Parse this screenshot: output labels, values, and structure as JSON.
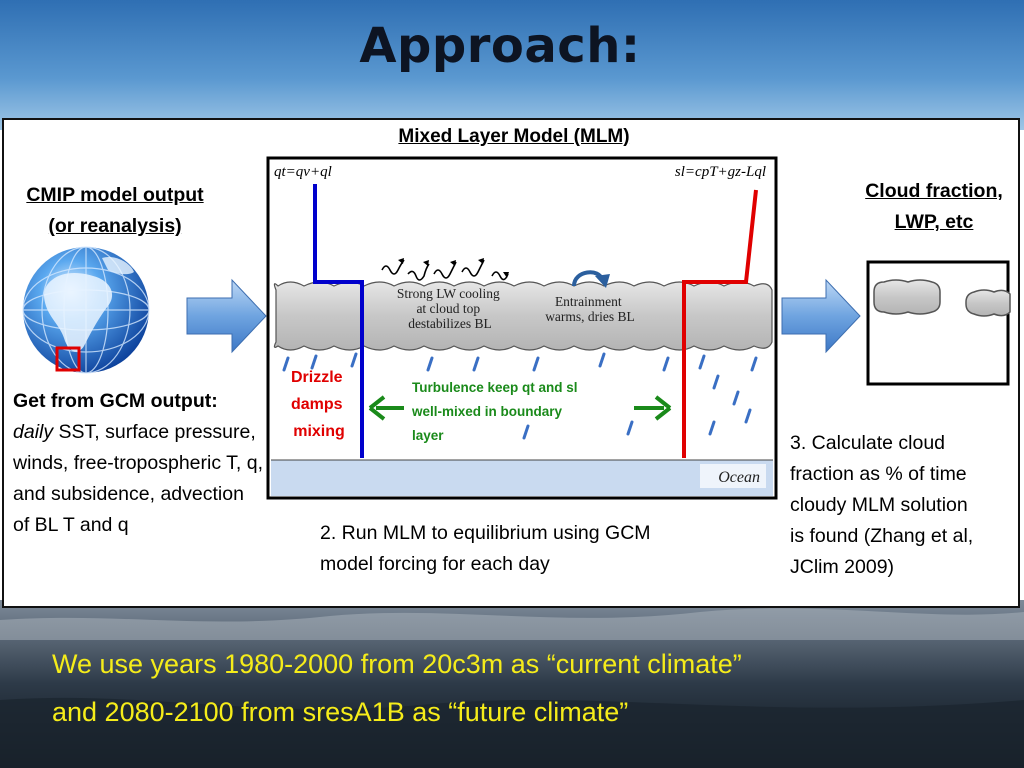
{
  "slide": {
    "title": "Approach:",
    "colors": {
      "sky": "#4a86c4",
      "footer_text": "#f5ec1a",
      "qt_line": "#0000cc",
      "sl_line": "#e00000",
      "arrow_green": "#1a8a1a",
      "turb_text": "#1a8a1a",
      "drizzle_text": "#e00000"
    }
  },
  "left": {
    "heading_line1": "CMIP model output",
    "heading_line2": "(or reanalysis)",
    "get_label": "Get from GCM output:",
    "daily_word": "daily",
    "desc_rest": "SST, surface pressure, winds, free-tropospheric T, q, and subsidence, advection of BL T and q"
  },
  "mlm": {
    "heading": "Mixed Layer Model (MLM)",
    "qt_label": "qt=qv+ql",
    "sl_label": "sl=cpT+gz-Lql",
    "lw_text": [
      "Strong LW cooling",
      "at cloud top",
      "destabilizes BL"
    ],
    "entrain_text": [
      "Entrainment",
      "warms, dries BL"
    ],
    "drizzle_text": [
      "Drizzle",
      "damps",
      "mixing"
    ],
    "turb_text": [
      "Turbulence keep qt and sl",
      "well-mixed in boundary",
      "layer"
    ],
    "ocean_label": "Ocean",
    "step2_line1": "2. Run MLM to equilibrium using GCM",
    "step2_line2": "model forcing for each day"
  },
  "right": {
    "heading_line1": "Cloud fraction,",
    "heading_line2": "LWP, etc",
    "step3": [
      "3. Calculate cloud",
      "fraction as % of time",
      "cloudy MLM solution",
      "is found (Zhang et al,",
      "JClim 2009)"
    ]
  },
  "footer": {
    "line1": "We use years 1980-2000 from 20c3m as “current climate”",
    "line2": "and 2080-2100 from sresA1B as “future climate”"
  }
}
